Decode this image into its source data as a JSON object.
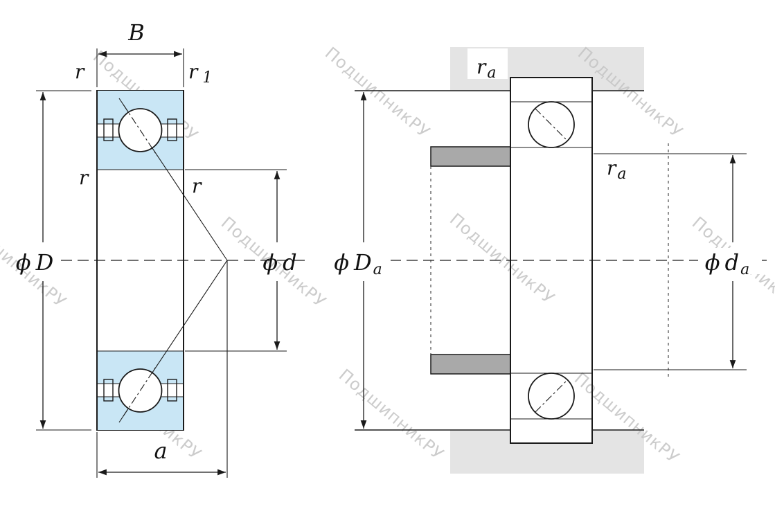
{
  "watermark": {
    "text": "ПодшипникРУ"
  },
  "labels": {
    "B": "B",
    "r": "r",
    "r1_main": "r",
    "r1_sub": "1",
    "phi": "ϕ",
    "D": "D",
    "d": "d",
    "a": "a",
    "Da_main": "D",
    "Da_sub": "a",
    "da_main": "d",
    "da_sub": "a",
    "ra_main": "r",
    "ra_sub": "a"
  },
  "colors": {
    "ring_fill": "#c9e6f5",
    "housing_fill": "#e4e4e4",
    "shoulder_fill": "#a9a9a9",
    "line": "#1a1a1a",
    "watermark": "#c7c7c7"
  }
}
